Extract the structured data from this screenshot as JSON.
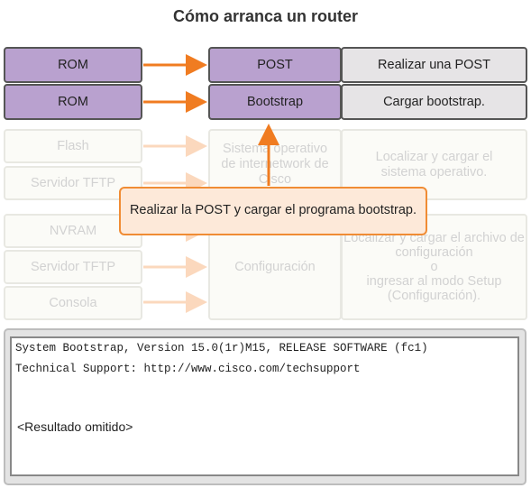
{
  "title": "Cómo arranca un router",
  "colors": {
    "accent": "#f07c21",
    "purple": "#b9a1cf",
    "grey": "#e6e4e6",
    "callout_bg": "#fde9d9"
  },
  "rows": [
    {
      "source": "ROM",
      "stage": "POST",
      "action": "Realizar una POST",
      "active": true
    },
    {
      "source": "ROM",
      "stage": "Bootstrap",
      "action": "Cargar bootstrap.",
      "active": true
    }
  ],
  "os_group": {
    "sources": [
      "Flash",
      "Servidor TFTP"
    ],
    "stage": "Sistema operativo de internetwork de Cisco",
    "action": "Localizar y cargar el sistema operativo."
  },
  "config_group": {
    "sources": [
      "NVRAM",
      "Servidor TFTP",
      "Consola"
    ],
    "stage": "Configuración",
    "action_line1": "Localizar y cargar el archivo de configuración",
    "action_line2": "o",
    "action_line3": "ingresar al modo Setup (Configuración)."
  },
  "callout": "Realizar la POST y cargar el programa bootstrap.",
  "terminal": {
    "line1": "System Bootstrap, Version 15.0(1r)M15, RELEASE SOFTWARE (fc1)",
    "line2": "Technical Support: http://www.cisco.com/techsupport",
    "note": "<Resultado omitido>"
  }
}
